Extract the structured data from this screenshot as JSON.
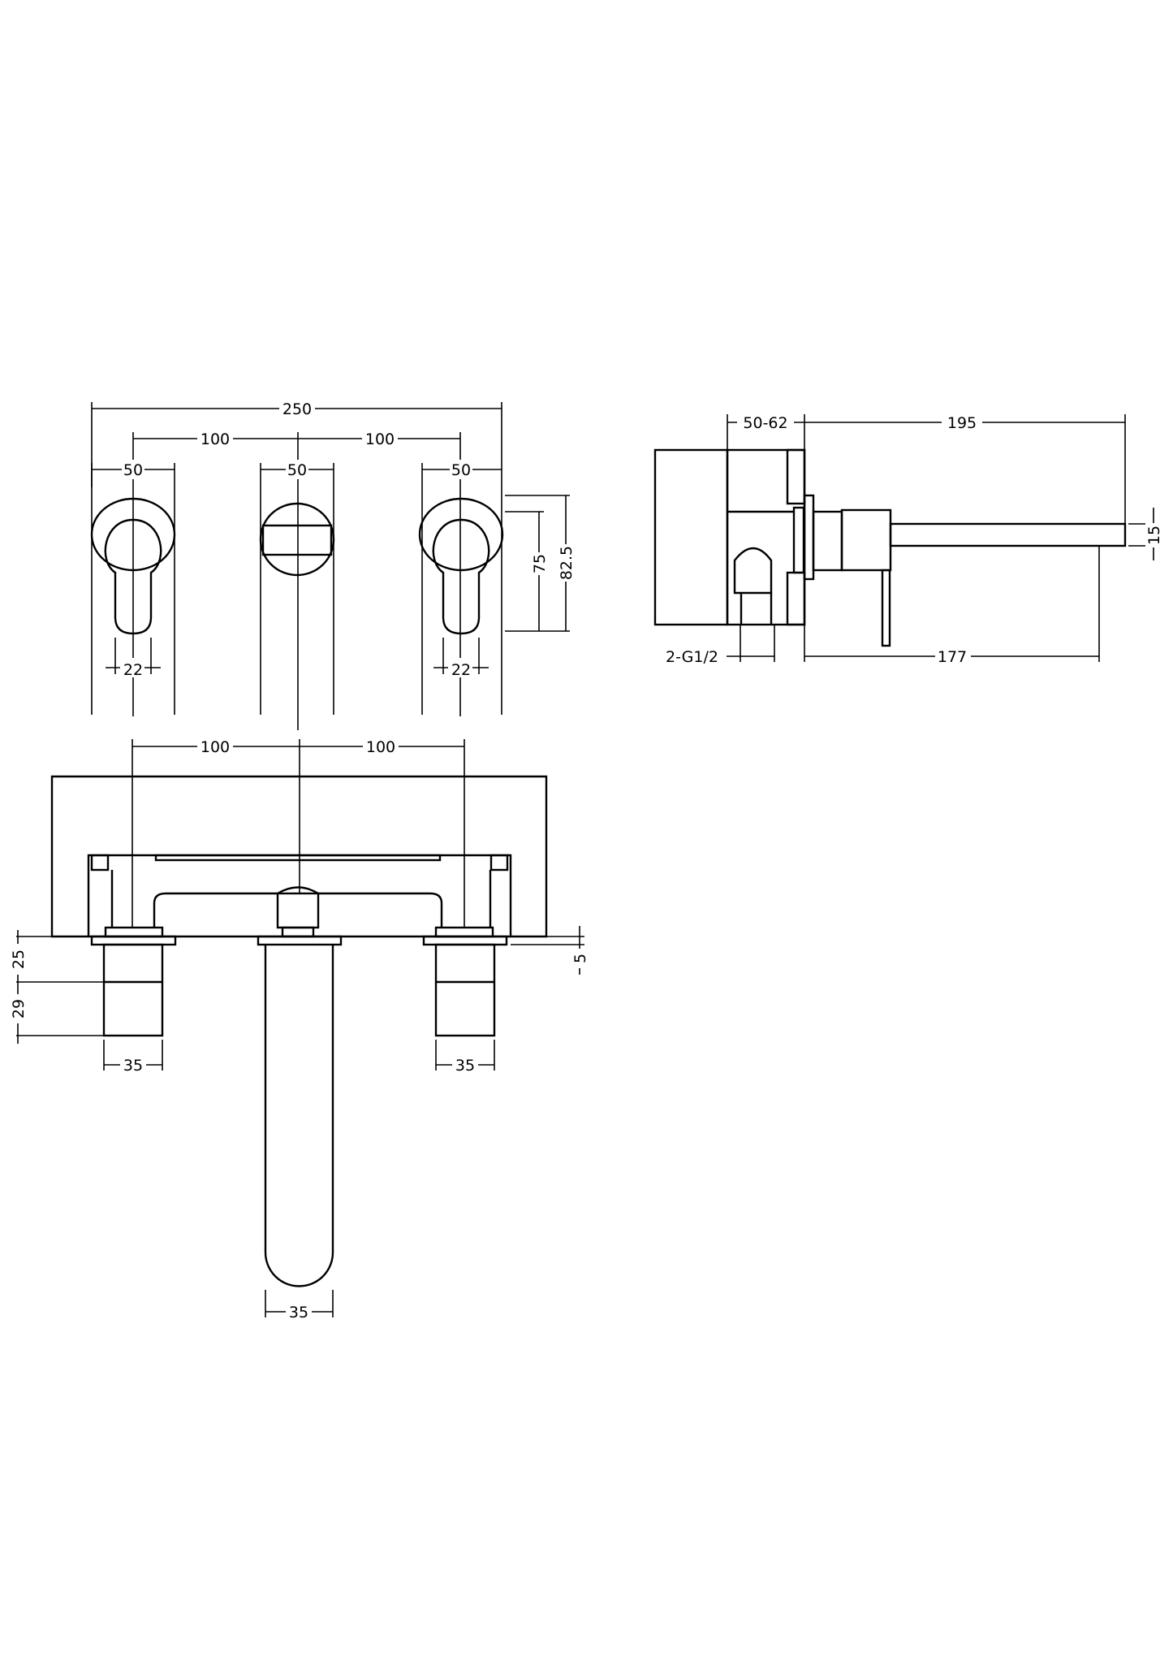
{
  "front_view": {
    "overall_width": "250",
    "spacing_left": "100",
    "spacing_right": "100",
    "plate_left": "50",
    "plate_center": "50",
    "plate_right": "50",
    "height_inner": "75",
    "height_outer": "82.5",
    "lever_left": "22",
    "lever_right": "22"
  },
  "side_view": {
    "wall_depth": "50-62",
    "projection": "195",
    "spout_height": "15",
    "inlet": "2-G1/2",
    "spout_reach": "177"
  },
  "plan_view": {
    "spacing_left": "100",
    "spacing_right": "100",
    "handle_h1": "25",
    "handle_h2": "29",
    "handle_left_dia": "35",
    "handle_right_dia": "35",
    "spout_dia": "35",
    "plate_depth": "5"
  },
  "colors": {
    "line": "#000000",
    "background": "#ffffff"
  }
}
